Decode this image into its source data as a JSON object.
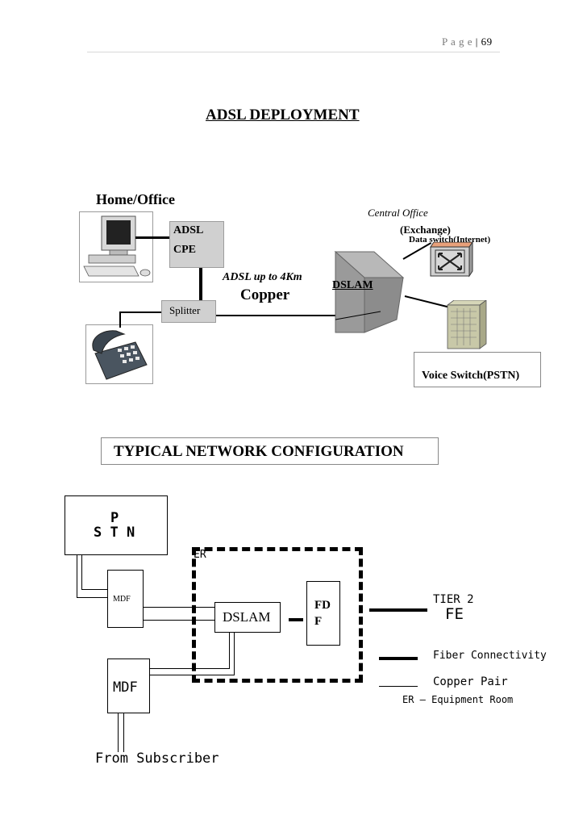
{
  "header": {
    "page_label": "P a g e",
    "separator": "|",
    "page_number": "69"
  },
  "section1": {
    "title": "ADSL DEPLOYMENT",
    "home_office": "Home/Office",
    "central_office": "Central Office",
    "exchange": "(Exchange)",
    "data_switch": "Data switch(Internet)",
    "adsl_cpe_line1": "ADSL",
    "adsl_cpe_line2": "CPE",
    "adsl_range": "ADSL up to 4Km",
    "copper": "Copper",
    "dslam": "DSLAM",
    "splitter": "Splitter",
    "voice_switch": "Voice Switch(PSTN)"
  },
  "section2": {
    "title": "TYPICAL NETWORK CONFIGURATION",
    "pstn_line1": "P",
    "pstn_line2": "S T N",
    "er": "ER",
    "mdf_small": "MDF",
    "dslam": "DSLAM",
    "fdf_line1": "FD",
    "fdf_line2": "F",
    "tier": "TIER 2",
    "fe": "FE",
    "fiber_connectivity": "Fiber Connectivity",
    "copper_pair": "Copper Pair",
    "er_legend": "ER – Equipment Room",
    "mdf_large": "MDF",
    "from_subscriber": "From Subscriber"
  }
}
